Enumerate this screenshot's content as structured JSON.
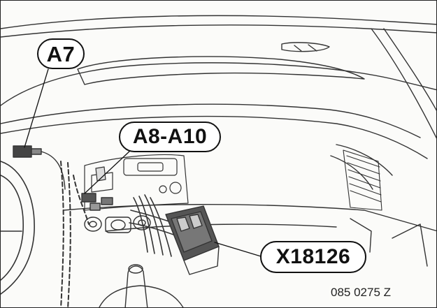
{
  "diagram": {
    "callouts": {
      "a7": "A7",
      "a8_a10": "A8-A10",
      "x18126": "X18126"
    },
    "figure_id": "085 0275 Z"
  }
}
